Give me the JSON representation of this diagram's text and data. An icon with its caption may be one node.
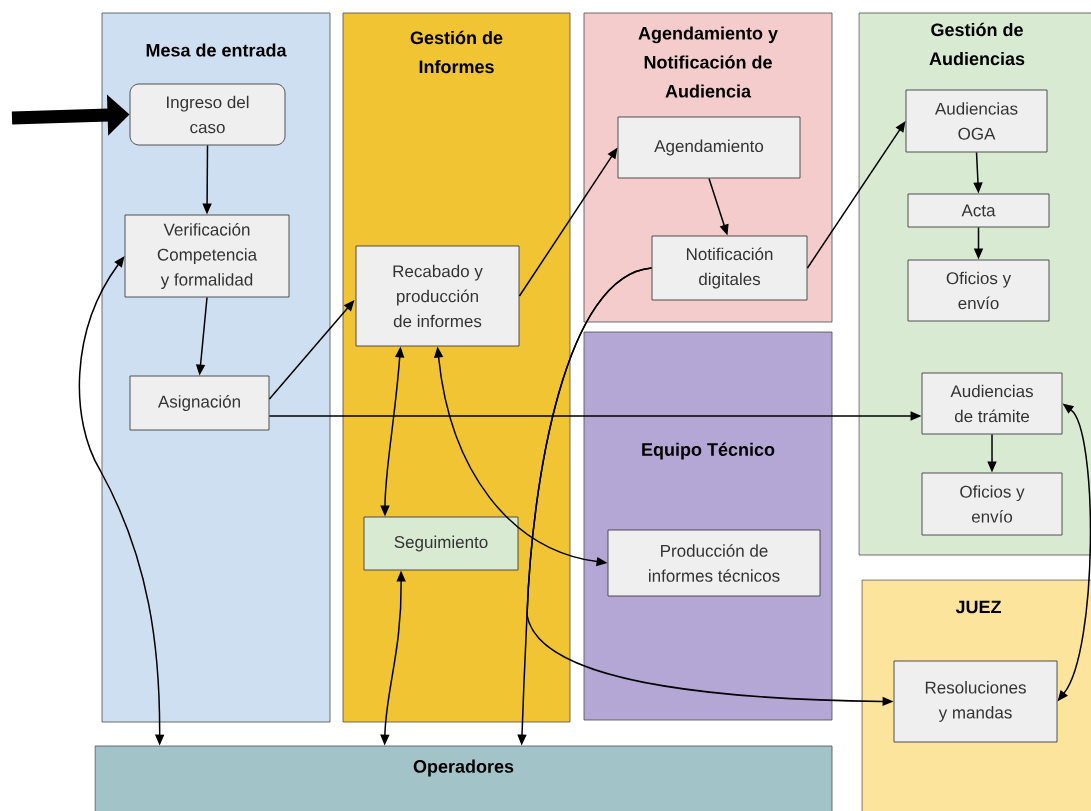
{
  "diagram": {
    "nodes": [
      {
        "text": [
          "Mesa de entrada"
        ]
      },
      {
        "text": [
          "Ingreso del caso"
        ],
        "in": 0
      },
      {
        "text": [
          "Verificación Competencia y formalidad"
        ],
        "in": 0
      },
      {
        "text": [
          "Asignación"
        ],
        "in": 0
      },
      {
        "text": [
          "Gestión de Informes"
        ]
      },
      {
        "text": [
          "Recabado y producción de informes"
        ],
        "in": 4
      },
      {
        "text": [
          "Seguimiento"
        ],
        "in": 4
      },
      {
        "text": [
          "Agendamiento y Notificación de Audiencia"
        ]
      },
      {
        "text": [
          "Agendamiento"
        ],
        "in": 7
      },
      {
        "text": [
          "Notificación digitales"
        ],
        "in": 7
      },
      {
        "text": [
          "Equipo Técnico"
        ]
      },
      {
        "text": [
          "Producción de informes técnicos"
        ],
        "in": 10
      },
      {
        "text": [
          "Gestión de Audiencias"
        ]
      },
      {
        "text": [
          "Audiencias OGA"
        ],
        "in": 12
      },
      {
        "text": [
          "Acta"
        ],
        "in": 12
      },
      {
        "text": [
          "Oficios y envío"
        ],
        "in": 12
      },
      {
        "text": [
          "Audiencias de trámite"
        ],
        "in": 12
      },
      {
        "text": [
          "Oficios y envío"
        ],
        "in": 12
      },
      {
        "text": [
          "JUEZ"
        ]
      },
      {
        "text": [
          "Resoluciones y mandas"
        ],
        "in": 18
      },
      {
        "text": [
          "Operadores"
        ]
      }
    ],
    "edges": [
      {
        "from": null,
        "to": 1,
        "arrow": "to",
        "style": "thick"
      },
      {
        "from": 1,
        "to": 2,
        "arrow": "to"
      },
      {
        "from": 2,
        "to": 3,
        "arrow": "to"
      },
      {
        "from": 3,
        "to": 5,
        "arrow": "to"
      },
      {
        "from": 3,
        "to": 16,
        "arrow": "to"
      },
      {
        "from": 5,
        "to": 8,
        "arrow": "to"
      },
      {
        "from": 8,
        "to": 9,
        "arrow": "to"
      },
      {
        "from": 9,
        "to": 13,
        "arrow": "to"
      },
      {
        "from": 13,
        "to": 14,
        "arrow": "to"
      },
      {
        "from": 14,
        "to": 15,
        "arrow": "to"
      },
      {
        "from": 16,
        "to": 17,
        "arrow": "to"
      },
      {
        "from": 2,
        "to": 20,
        "arrow": "both"
      },
      {
        "from": 5,
        "to": 6,
        "arrow": "both"
      },
      {
        "from": 6,
        "to": 20,
        "arrow": "both"
      },
      {
        "from": 5,
        "to": 11,
        "arrow": "both"
      },
      {
        "from": 9,
        "to": 20,
        "arrow": "to"
      },
      {
        "from": 9,
        "to": 19,
        "arrow": "to"
      },
      {
        "from": 16,
        "to": 19,
        "arrow": "both"
      }
    ]
  }
}
